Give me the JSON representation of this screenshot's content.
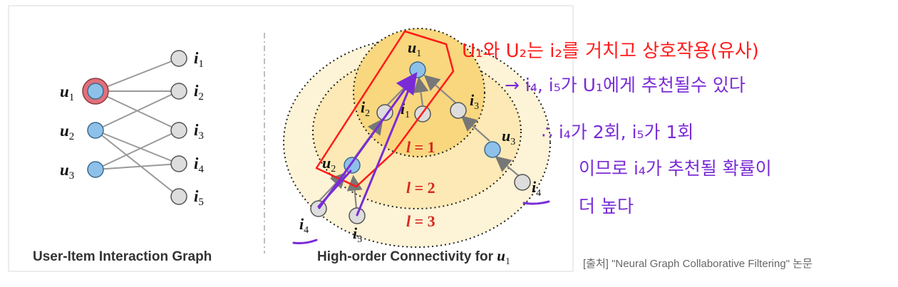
{
  "figure": {
    "left_caption": "User-Item Interaction Graph",
    "right_caption": "High-order Connectivity for",
    "right_caption_var": "u",
    "right_caption_sub": "1"
  },
  "left_graph": {
    "users": [
      {
        "base": "u",
        "sub": "1",
        "highlight": true
      },
      {
        "base": "u",
        "sub": "2",
        "highlight": false
      },
      {
        "base": "u",
        "sub": "3",
        "highlight": false
      }
    ],
    "items": [
      {
        "base": "i",
        "sub": "1"
      },
      {
        "base": "i",
        "sub": "2"
      },
      {
        "base": "i",
        "sub": "3"
      },
      {
        "base": "i",
        "sub": "4"
      },
      {
        "base": "i",
        "sub": "5"
      }
    ]
  },
  "right_graph": {
    "levels": [
      {
        "prefix": "l",
        "text": " = 1"
      },
      {
        "prefix": "l",
        "text": " = 2"
      },
      {
        "prefix": "l",
        "text": " = 3"
      }
    ],
    "nodes": [
      {
        "base": "u",
        "sub": "1"
      },
      {
        "base": "i",
        "sub": "2"
      },
      {
        "base": "i",
        "sub": "1"
      },
      {
        "base": "i",
        "sub": "3"
      },
      {
        "base": "u",
        "sub": "2"
      },
      {
        "base": "u",
        "sub": "3"
      },
      {
        "base": "i",
        "sub": "4"
      },
      {
        "base": "i",
        "sub": "5"
      },
      {
        "base": "i",
        "sub": "4"
      }
    ]
  },
  "annotations": {
    "line1": "U₁와 U₂는 i₂를 거치고 상호작용(유사)",
    "line2": "→ i₄, i₅가  U₁에게 추천될수 있다",
    "line3": "∴ i₄가  2회,  i₅가  1회",
    "line4": "이므로  i₄가  추천될 확률이",
    "line5": "더  높다"
  },
  "source": "[출처] \"Neural Graph Collaborative Filtering\" 논문",
  "colors": {
    "user_fill": "#8ec1ea",
    "item_fill": "#dddddd",
    "highlight_ring": "#e0707a",
    "inner_circle": "#f9d77e",
    "outer_ellipse": "#fdf3d6",
    "annotation_red": "#ff1a1a",
    "annotation_purple": "#7a2bd6"
  }
}
